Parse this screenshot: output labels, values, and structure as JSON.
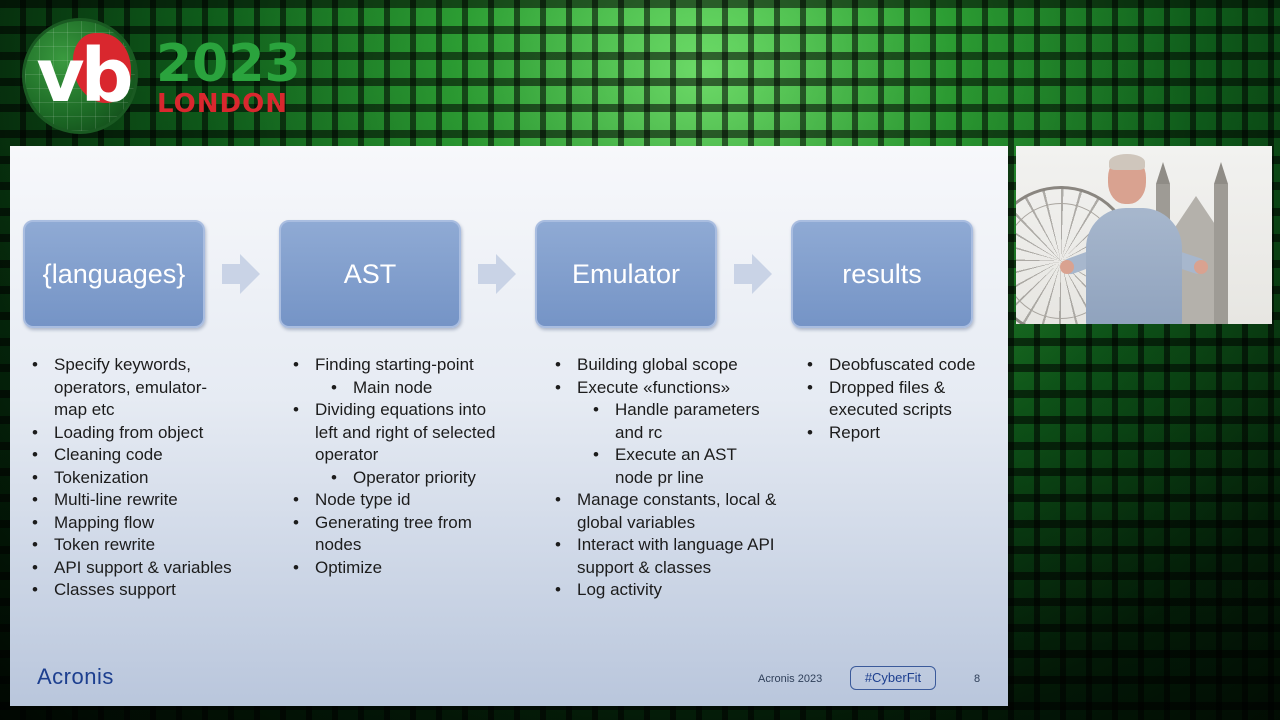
{
  "event": {
    "logo_text": "vb",
    "year": "2023",
    "city": "LONDON"
  },
  "slide": {
    "stages": [
      {
        "label": "{languages}"
      },
      {
        "label": "AST"
      },
      {
        "label": "Emulator"
      },
      {
        "label": "results"
      }
    ],
    "columns": [
      {
        "items": [
          {
            "text": "Specify keywords, operators, emulator-map etc",
            "level": 1
          },
          {
            "text": "Loading from object",
            "level": 1
          },
          {
            "text": "Cleaning code",
            "level": 1
          },
          {
            "text": "Tokenization",
            "level": 1
          },
          {
            "text": "Multi-line rewrite",
            "level": 1
          },
          {
            "text": "Mapping flow",
            "level": 1
          },
          {
            "text": "Token rewrite",
            "level": 1
          },
          {
            "text": "API support & variables",
            "level": 1
          },
          {
            "text": "Classes support",
            "level": 1
          }
        ]
      },
      {
        "items": [
          {
            "text": "Finding starting-point",
            "level": 1
          },
          {
            "text": "Main node",
            "level": 2
          },
          {
            "text": "Dividing equations into left and right of selected operator",
            "level": 1
          },
          {
            "text": "Operator priority",
            "level": 2
          },
          {
            "text": "Node type id",
            "level": 1
          },
          {
            "text": "Generating tree from nodes",
            "level": 1
          },
          {
            "text": "Optimize",
            "level": 1
          }
        ]
      },
      {
        "items": [
          {
            "text": "Building global scope",
            "level": 1
          },
          {
            "text": "Execute «functions»",
            "level": 1
          },
          {
            "text": "Handle parameters and rc",
            "level": 2
          },
          {
            "text": "Execute an AST node pr line",
            "level": 2
          },
          {
            "text": "Manage constants, local & global variables",
            "level": 1
          },
          {
            "text": "Interact with language API support & classes",
            "level": 1
          },
          {
            "text": "Log activity",
            "level": 1
          }
        ]
      },
      {
        "items": [
          {
            "text": "Deobfuscated code",
            "level": 1
          },
          {
            "text": "Dropped files & executed scripts",
            "level": 1
          },
          {
            "text": "Report",
            "level": 1
          }
        ]
      }
    ],
    "footer": {
      "brand": "Acronis",
      "year_text": "Acronis 2023",
      "hashtag": "#CyberFit",
      "page_number": "8"
    }
  },
  "colors": {
    "stage_fill": "#7e9cce",
    "brand_blue": "#1d3f8f",
    "event_green": "#2aa33d",
    "event_red": "#d9272e"
  }
}
